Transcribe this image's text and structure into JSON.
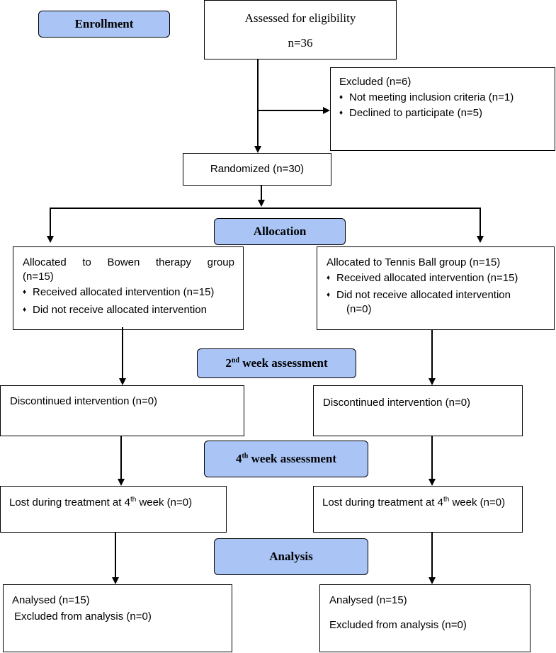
{
  "stages": {
    "enrollment": "Enrollment",
    "allocation": "Allocation",
    "week2": {
      "num": "2",
      "sup": "nd",
      "rest": " week assessment"
    },
    "week4": {
      "num": "4",
      "sup": "th",
      "rest": " week assessment"
    },
    "analysis": "Analysis"
  },
  "assessed": {
    "title": "Assessed for eligibility",
    "n": "n=36"
  },
  "excluded": {
    "title": "Excluded (n=6)",
    "items": [
      "Not meeting inclusion criteria (n=1)",
      "Declined to participate (n=5)"
    ]
  },
  "randomized": "Randomized (n=30)",
  "left": {
    "allocated_line1": "Allocated to Bowen therapy group",
    "allocated_line2": "(n=15)",
    "received": "Received allocated intervention (n=15)",
    "not_received": "Did not receive allocated intervention",
    "discontinued": "Discontinued intervention (n=0)",
    "lost_pre": "Lost during treatment at 4",
    "lost_sup": "th",
    "lost_post": " week (n=0)",
    "analysed": "Analysed (n=15)",
    "excluded_analysis": "Excluded from analysis (n=0)"
  },
  "right": {
    "allocated": "Allocated to Tennis Ball group (n=15)",
    "received": "Received allocated intervention (n=15)",
    "not_received": "Did not receive allocated intervention",
    "not_received_n": "(n=0)",
    "discontinued": "Discontinued intervention (n=0)",
    "lost_pre": "Lost during treatment at 4",
    "lost_sup": "th",
    "lost_post": " week (n=0)",
    "analysed": "Analysed (n=15)",
    "excluded_analysis": "Excluded from analysis (n=0)"
  },
  "bullet_glyph": "♦"
}
